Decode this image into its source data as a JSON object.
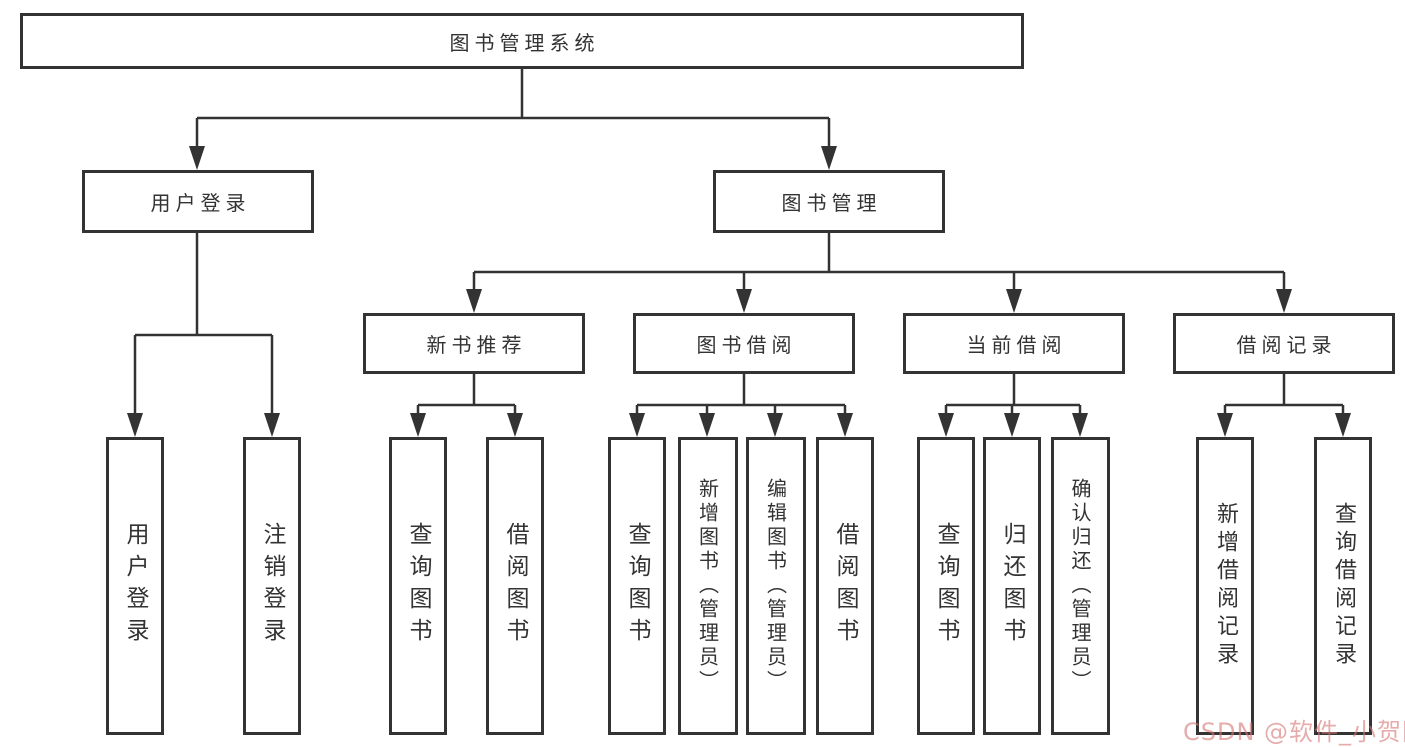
{
  "diagram": {
    "root": "图书管理系统",
    "level2": [
      "用户登录",
      "图书管理"
    ],
    "level3": [
      "新书推荐",
      "图书借阅",
      "当前借阅",
      "借阅记录"
    ],
    "leaves": {
      "user_login": [
        "用户登录",
        "注销登录"
      ],
      "new_books": [
        "查询图书",
        "借阅图书"
      ],
      "book_borrow": [
        "查询图书",
        "新增图书（管理员）",
        "编辑图书（管理员）",
        "借阅图书"
      ],
      "current_borrow": [
        "查询图书",
        "归还图书",
        "确认归还（管理员）"
      ],
      "borrow_records": [
        "新增借阅记录",
        "查询借阅记录"
      ]
    },
    "watermark": "CSDN @软件_小贺同学",
    "colors": {
      "line": "#333333",
      "box_border": "#333333",
      "text": "#333333",
      "background": "#ffffff",
      "watermark": "#d67878"
    }
  }
}
